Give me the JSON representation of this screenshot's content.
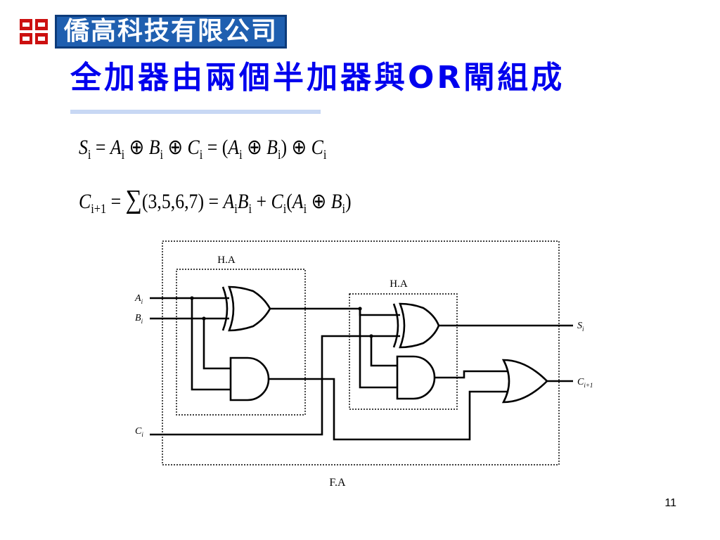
{
  "logo": {
    "company": "僑高科技有限公司"
  },
  "slide": {
    "title": "全加器由兩個半加器與OR閘組成",
    "page_number": "11"
  },
  "formulas": {
    "sum": "S_i = A_i ⊕ B_i ⊕ C_i = (A_i ⊕ B_i) ⊕ C_i",
    "sum_parts": {
      "s": "S",
      "s_sub": "i",
      "eq1": " = ",
      "a": "A",
      "a_sub": "i",
      "x1": " ⊕ ",
      "b": "B",
      "b_sub": "i",
      "x2": " ⊕ ",
      "c": "C",
      "c_sub": "i",
      "eq2": " = (",
      "a2": "A",
      "a2_sub": "i",
      "x3": " ⊕ ",
      "b2": "B",
      "b2_sub": "i",
      "x4": ") ⊕ ",
      "c2": "C",
      "c2_sub": "i"
    },
    "carry": "C_i+1 = ∑(3,5,6,7) = A_iB_i + C_i(A_i ⊕ B_i)",
    "carry_parts": {
      "c": "C",
      "c_sub": "i+1",
      "eq1": " = ",
      "sigma": "∑",
      "set": "(3,5,6,7)",
      "eq2": " = ",
      "a": "A",
      "a_sub": "i",
      "b": "B",
      "b_sub": "i",
      "plus": " + ",
      "c2": "C",
      "c2_sub": "i",
      "open": "(",
      "a2": "A",
      "a2_sub": "i",
      "x": " ⊕ ",
      "b2": "B",
      "b2_sub": "i",
      "close": ")"
    }
  },
  "circuit": {
    "half_adder_1_label": "H.A",
    "half_adder_2_label": "H.A",
    "full_adder_label": "F.A",
    "inputs": [
      {
        "name": "A",
        "sub": "i"
      },
      {
        "name": "B",
        "sub": "i"
      },
      {
        "name": "C",
        "sub": "i"
      }
    ],
    "outputs": [
      {
        "name": "S",
        "sub": "i"
      },
      {
        "name": "C",
        "sub": "i+1"
      }
    ]
  },
  "colors": {
    "title": "#0000ee",
    "logo_background": "#1f5fb0",
    "logo_mark": "#cc1010",
    "title_rule": "#c8d8f4"
  },
  "icons": {
    "logo_mark": "company-logo-icon"
  }
}
